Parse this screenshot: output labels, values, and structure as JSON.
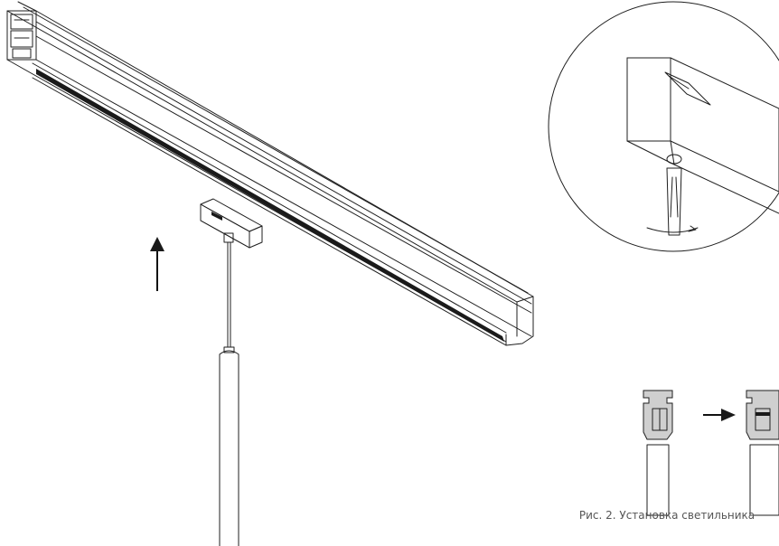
{
  "caption": "Рис. 2. Установка светильника",
  "colors": {
    "line": "#1f1f1f",
    "fill_dark": "#1a1a1a",
    "fill_gray": "#cfcfcf",
    "caption": "#555555"
  },
  "icons": [
    "track-rail",
    "track-adapter",
    "pendant-lamp",
    "up-arrow-icon",
    "detail-magnifier",
    "screwdriver",
    "right-arrow-icon",
    "rail-profile"
  ]
}
